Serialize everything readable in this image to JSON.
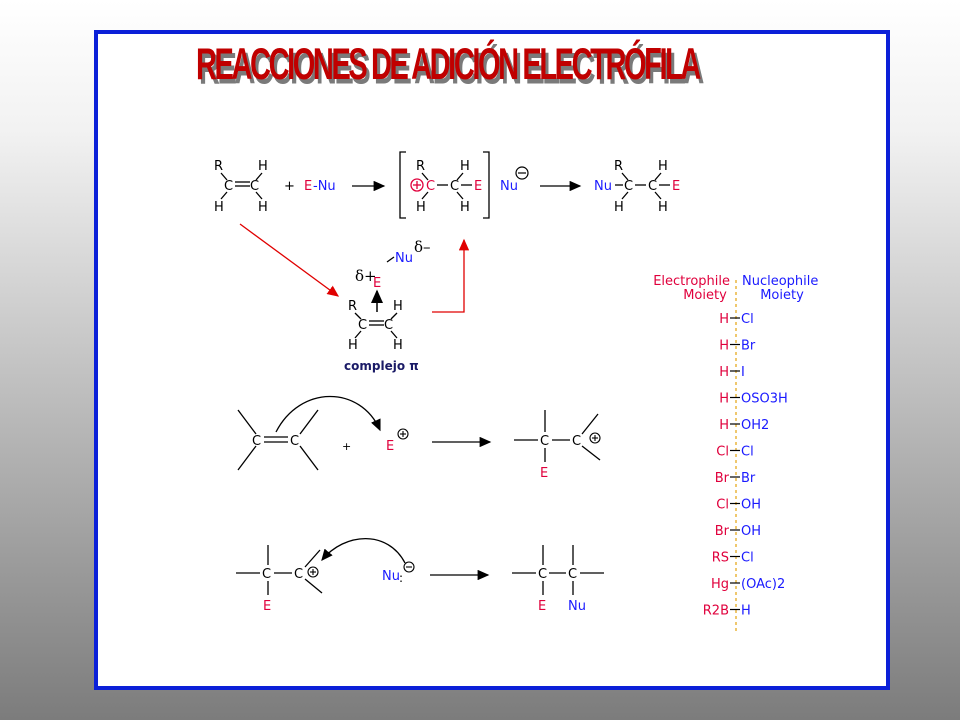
{
  "title": "REACCIONES DE ADICIÓN ELECTRÓFILA",
  "colors": {
    "border": "#0b20d8",
    "title": "#c00000",
    "electrophile": "#e0003c",
    "nucleophile": "#1a1aff",
    "arrow_red": "#e00000"
  },
  "scheme": {
    "R": "R",
    "H": "H",
    "C": "C",
    "plus": "+",
    "E": "E",
    "Nu": "Nu",
    "E_dash_Nu": "-Nu",
    "minus": "⊖",
    "cation": "⊕"
  },
  "complex": {
    "delta_minus": "δ–",
    "delta_plus": "δ+",
    "label": "complejo π"
  },
  "table": {
    "header_left": [
      "Electrophile",
      "Moiety"
    ],
    "header_right": [
      "Nucleophile",
      "Moiety"
    ],
    "rows": [
      {
        "left": "H",
        "right": "Cl"
      },
      {
        "left": "H",
        "right": "Br"
      },
      {
        "left": "H",
        "right": "I"
      },
      {
        "left": "H",
        "right": "OSO3H"
      },
      {
        "left": "H",
        "right": "OH2"
      },
      {
        "left": "Cl",
        "right": "Cl"
      },
      {
        "left": "Br",
        "right": "Br"
      },
      {
        "left": "Cl",
        "right": "OH"
      },
      {
        "left": "Br",
        "right": "OH"
      },
      {
        "left": "RS",
        "right": "Cl"
      },
      {
        "left": "Hg",
        "right": "(OAc)2"
      },
      {
        "left": "R2B",
        "right": "H"
      }
    ]
  }
}
